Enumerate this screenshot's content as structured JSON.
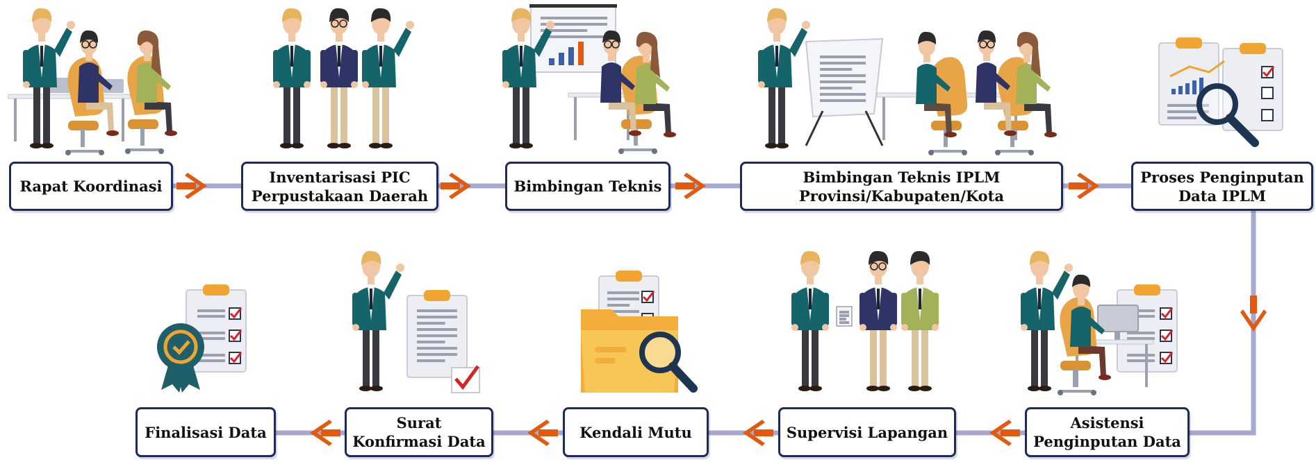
{
  "colors": {
    "box_border": "#1f2a5c",
    "arrow": "#e25a10",
    "connector": "#a7a8d0",
    "teal_jacket": "#14646a",
    "navy_jacket": "#2e3566",
    "chair": "#e7a548",
    "skin": "#f1c7a3",
    "hair_blonde": "#e7b45e",
    "hair_dark": "#2b2b2b",
    "khaki": "#d9c29c",
    "olive": "#a2b259",
    "check_red": "#d62424",
    "folder_yellow": "#f7c656",
    "paper": "#eceef3",
    "line_gray": "#9aa0ad"
  },
  "steps": [
    {
      "id": "rapat-koordinasi",
      "lines": [
        "Rapat Koordinasi"
      ],
      "illustration": "meeting-scene"
    },
    {
      "id": "inventarisasi-pic",
      "lines": [
        "Inventarisasi PIC",
        "Perpustakaan Daerah"
      ],
      "illustration": "team-of-three"
    },
    {
      "id": "bimbingan-teknis",
      "lines": [
        "Bimbingan Teknis"
      ],
      "illustration": "presentation-scene"
    },
    {
      "id": "bimbingan-teknis-iplm",
      "lines": [
        "Bimbingan Teknis IPLM",
        "Provinsi/Kabupaten/Kota"
      ],
      "illustration": "training-scene"
    },
    {
      "id": "proses-penginputan",
      "lines": [
        "Proses Penginputan",
        "Data IPLM"
      ],
      "illustration": "analysis-clipboard-icon"
    },
    {
      "id": "asistensi-penginputan",
      "lines": [
        "Asistensi",
        "Penginputan Data"
      ],
      "illustration": "assistance-scene"
    },
    {
      "id": "supervisi-lapangan",
      "lines": [
        "Supervisi Lapangan"
      ],
      "illustration": "supervision-scene"
    },
    {
      "id": "kendali-mutu",
      "lines": [
        "Kendali Mutu"
      ],
      "illustration": "folder-magnifier-icon"
    },
    {
      "id": "surat-konfirmasi",
      "lines": [
        "Surat",
        "Konfirmasi Data"
      ],
      "illustration": "confirmation-letter-scene"
    },
    {
      "id": "finalisasi-data",
      "lines": [
        "Finalisasi Data"
      ],
      "illustration": "certificate-clipboard-icon"
    }
  ]
}
